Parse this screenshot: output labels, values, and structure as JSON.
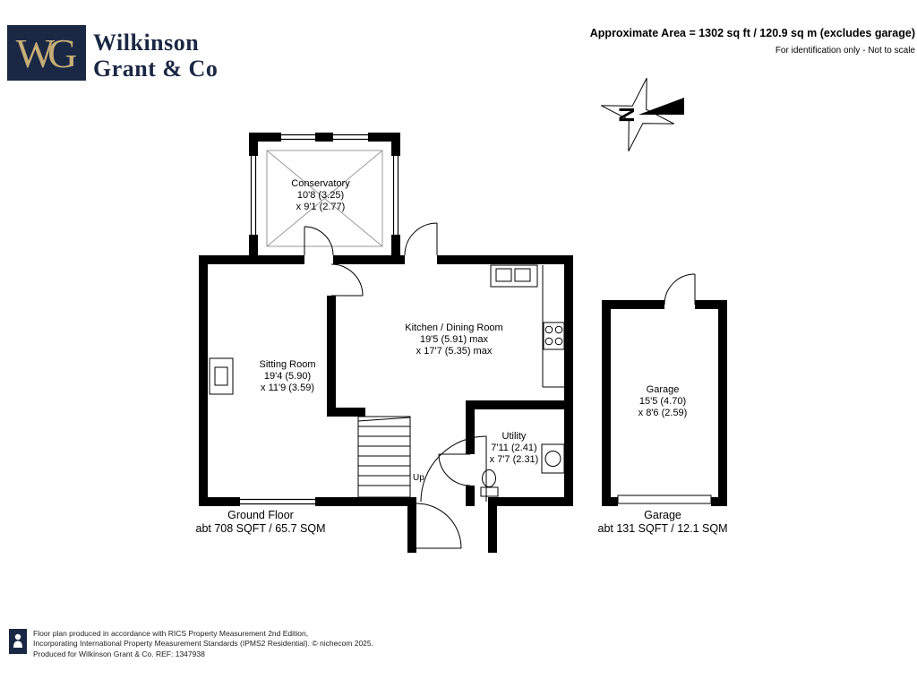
{
  "header": {
    "logo": {
      "monogram": "WG",
      "name_line1": "Wilkinson",
      "name_line2": "Grant & Co",
      "navy": "#1b2844",
      "gold": "#c6ae76"
    },
    "area_line1": "Approximate Area = 1302 sq ft / 120.9 sq m (excludes garage)",
    "area_line2": "For identification only - Not to scale"
  },
  "compass": {
    "north_letter": "N"
  },
  "plan": {
    "rooms": {
      "conservatory": {
        "name": "Conservatory",
        "dim1": "10'8 (3.25)",
        "dim2": "x 9'1 (2.77)"
      },
      "kitchen": {
        "name": "Kitchen / Dining Room",
        "dim1": "19'5 (5.91) max",
        "dim2": "x 17'7 (5.35) max"
      },
      "sitting_room": {
        "name": "Sitting Room",
        "dim1": "19'4 (5.90)",
        "dim2": "x 11'9 (3.59)"
      },
      "utility": {
        "name": "Utility",
        "dim1": "7'11 (2.41)",
        "dim2": "x 7'7 (2.31)"
      },
      "garage": {
        "name": "Garage",
        "dim1": "15'5 (4.70)",
        "dim2": "x 8'6 (2.59)"
      }
    },
    "annotations": {
      "up": "Up"
    },
    "floor_labels": {
      "ground": {
        "title": "Ground Floor",
        "area": "abt 708 SQFT / 65.7 SQM"
      },
      "garage": {
        "title": "Garage",
        "area": "abt 131 SQFT / 12.1 SQM"
      }
    }
  },
  "footer": {
    "line1": "Floor plan produced in accordance with RICS Property Measurement 2nd Edition,",
    "line2": "Incorporating International Property Measurement Standards (IPMS2 Residential).  © nichecom  2025.",
    "line3": "Produced for Wilkinson Grant & Co.  REF:  1347938"
  }
}
